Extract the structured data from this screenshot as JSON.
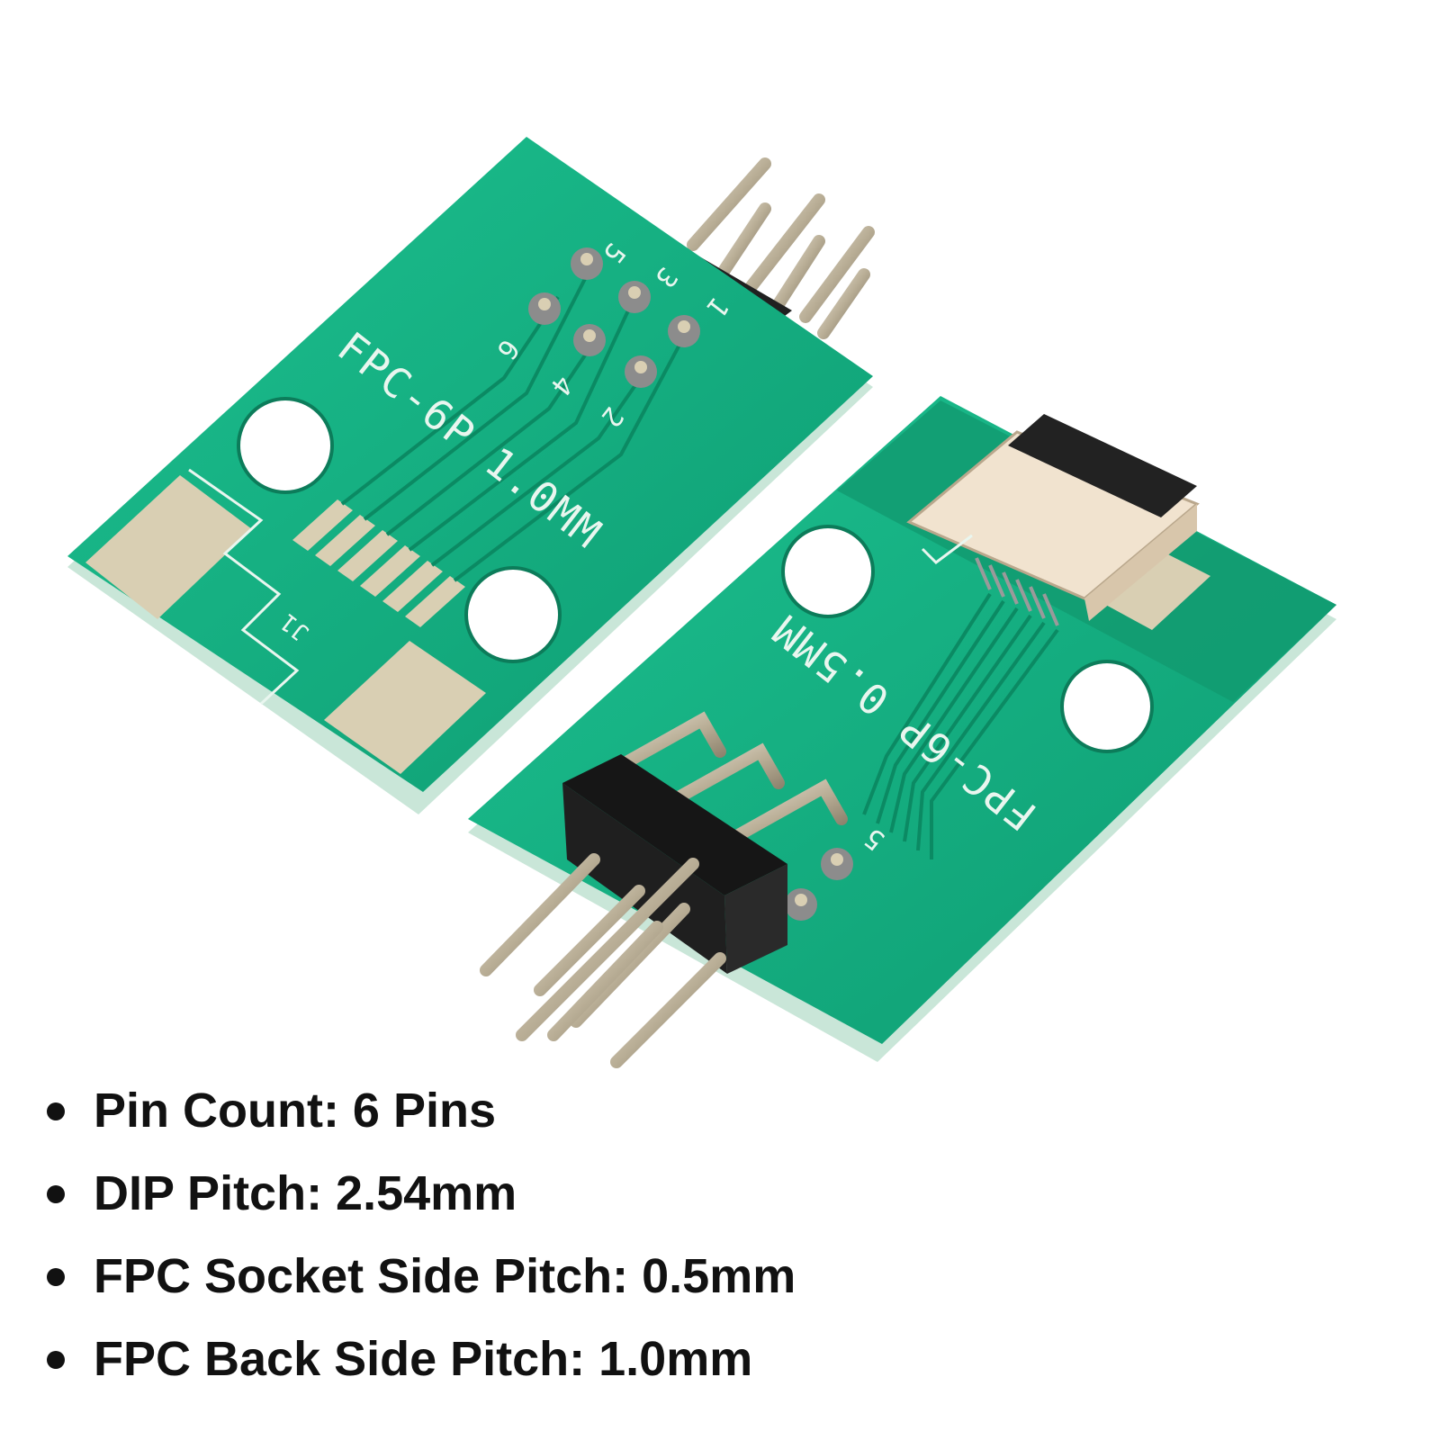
{
  "photo": {
    "left_board": {
      "label": "FPC-6P 1.0MM",
      "ref": "J1",
      "pin_numbers": [
        "5",
        "3",
        "1",
        "6",
        "4",
        "2"
      ]
    },
    "right_board": {
      "label": "FPC-6P 0.5MM",
      "pin_numbers": [
        "5"
      ]
    },
    "colors": {
      "pcb": "#13b083",
      "pcb_edge": "#c9e6d8",
      "gold": "#d9cfb3",
      "header": "#1a1a1a",
      "socket": "#f1e3cf"
    }
  },
  "specs": [
    "Pin Count: 6 Pins",
    "DIP Pitch: 2.54mm",
    "FPC Socket Side Pitch: 0.5mm",
    "FPC Back Side Pitch: 1.0mm"
  ]
}
